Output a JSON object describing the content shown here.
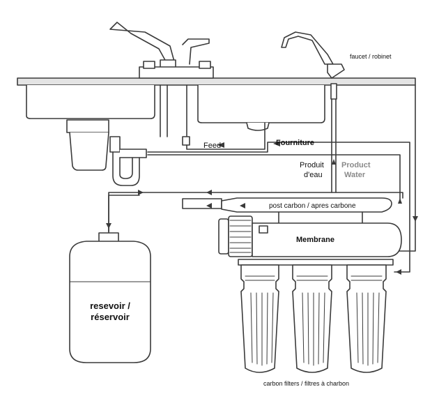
{
  "labels": {
    "faucet": "faucet / robinet",
    "feed": "Feed",
    "fourniture": "Fourniture",
    "produit_line1": "Produit",
    "produit_line2": "d'eau",
    "product_line1": "Product",
    "product_line2": "Water",
    "post_carbon": "post  carbon / apres carbone",
    "membrane": "Membrane",
    "reservoir_line1": "resevoir /",
    "reservoir_line2": "réservoir",
    "carbon_filters": "carbon filters  / filtres à charbon"
  },
  "colors": {
    "line": "#3a3a3a",
    "fill": "#ffffff",
    "shade": "#d9d9d9",
    "grey_text": "#8a8a8a"
  }
}
